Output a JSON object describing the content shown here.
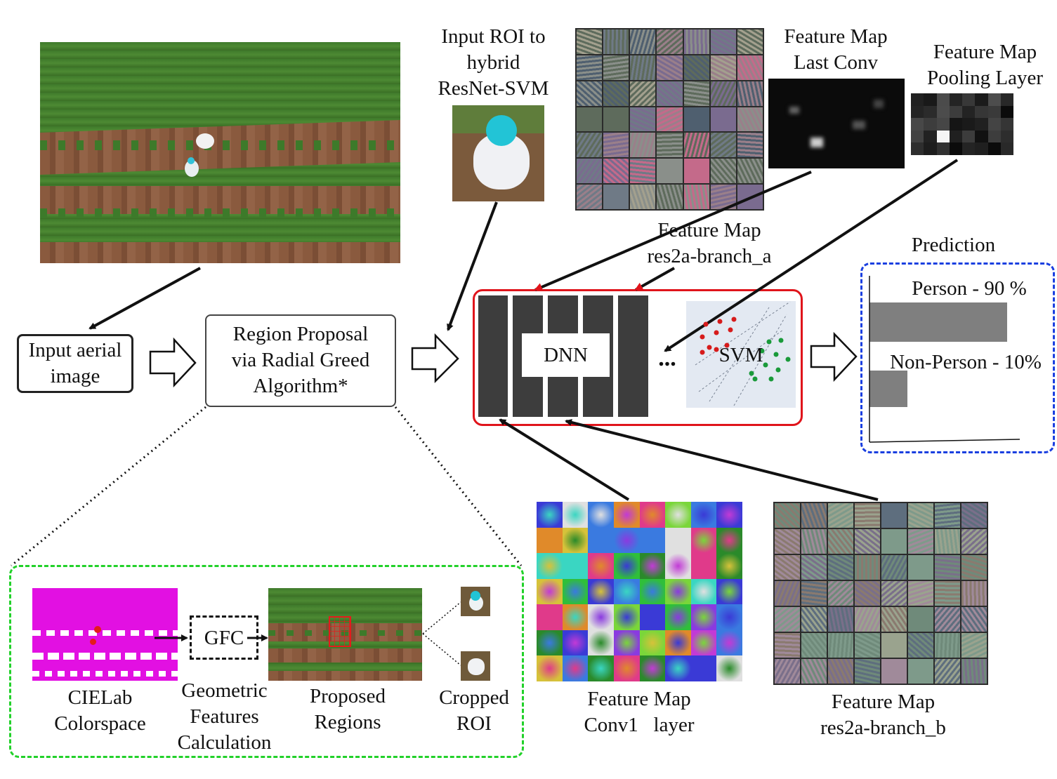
{
  "labels": {
    "input_roi": [
      "Input ROI to",
      "hybrid",
      "ResNet-SVM"
    ],
    "fm_last_conv": [
      "Feature Map",
      "Last Conv"
    ],
    "fm_pooling": [
      "Feature Map",
      "Pooling Layer"
    ],
    "fm_res2a_a": [
      "Feature Map",
      "res2a-branch_a"
    ],
    "prediction_title": "Prediction",
    "input_aerial": [
      "Input aerial",
      "image"
    ],
    "region_proposal": [
      "Region Proposal",
      "via Radial Greed",
      "Algorithm*"
    ],
    "dnn": "DNN",
    "svm": "SVM",
    "ellipsis": "...",
    "person": "Person - 90 %",
    "non_person": "Non-Person - 10%",
    "gfc": "GFC",
    "cielab": [
      "CIELab",
      "Colorspace"
    ],
    "geometric": [
      "Geometric",
      "Features",
      "Calculation"
    ],
    "proposed": [
      "Proposed",
      "Regions"
    ],
    "cropped": [
      "Cropped",
      "ROI"
    ],
    "fm_conv1": [
      "Feature Map",
      "Conv1   layer"
    ],
    "fm_res2a_b": [
      "Feature Map",
      "res2a-branch_b"
    ]
  },
  "prediction": [
    {
      "class": "Person",
      "percent": 90
    },
    {
      "class": "Non-Person",
      "percent": 10
    }
  ],
  "colors": {
    "dnn_block": "#3d3d3d",
    "model_border": "#e0141b",
    "prediction_border": "#1a3fe0",
    "proposal_border": "#22d12a",
    "bar": "#7f7f7f",
    "svm_bg": "#e3e9f2",
    "svm_red": "#d61b1b",
    "svm_green": "#1a9a3a"
  }
}
